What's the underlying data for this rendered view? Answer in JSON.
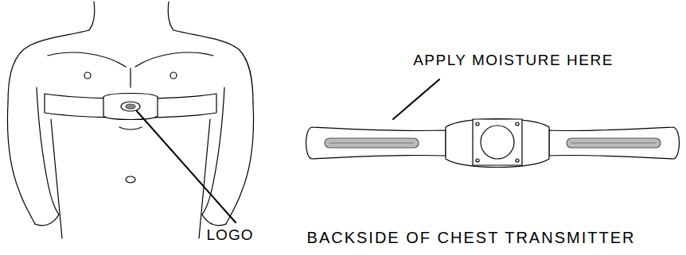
{
  "diagram": {
    "labels": [
      "LOGO",
      "APPLY MOISTURE HERE",
      "BACKSIDE OF CHEST TRANSMITTER"
    ]
  }
}
